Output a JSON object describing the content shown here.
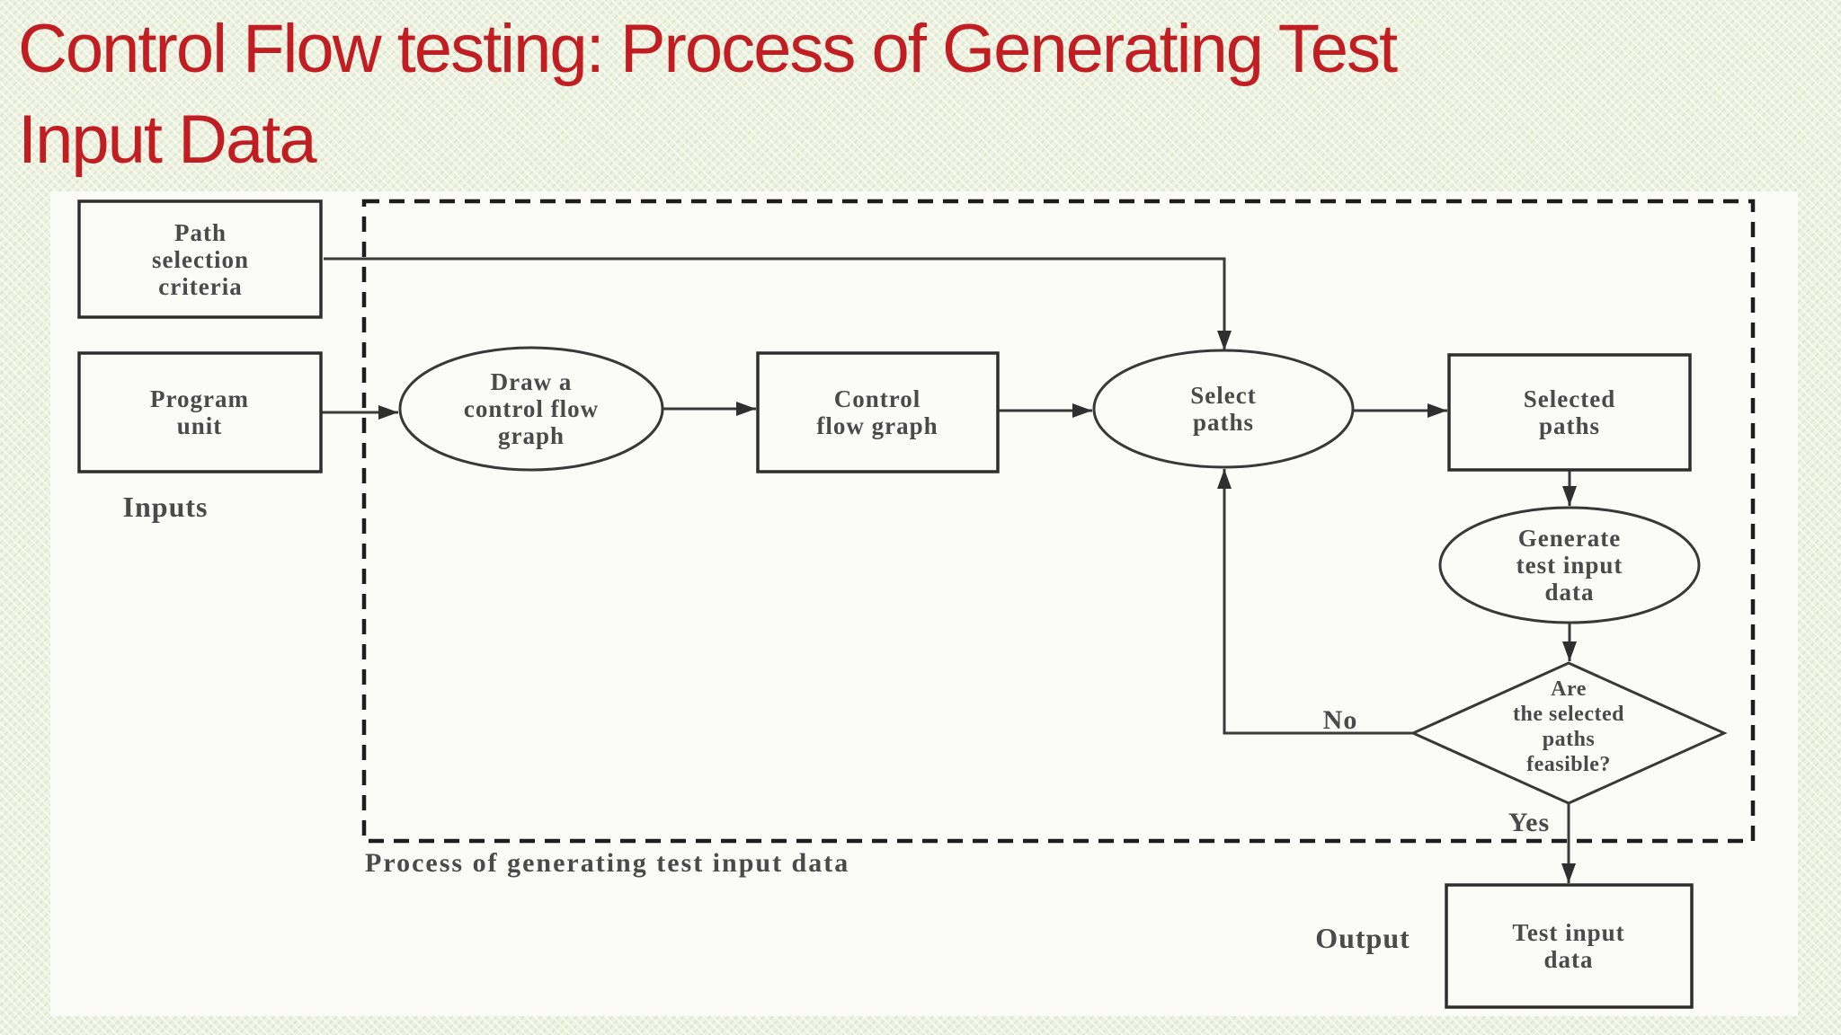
{
  "slide": {
    "title_lines": [
      "Control Flow testing: Process of Generating Test",
      "Input Data"
    ],
    "title_color": "#c01e22",
    "background_color": "#edf2e1"
  },
  "flowchart": {
    "inputs_label": "Inputs",
    "output_label": "Output",
    "no_label": "No",
    "yes_label": "Yes",
    "caption": "Process of generating test input data",
    "nodes": {
      "path_selection_criteria": [
        "Path",
        "selection",
        "criteria"
      ],
      "program_unit": [
        "Program",
        "unit"
      ],
      "draw_control_flow_graph": [
        "Draw a",
        "control flow",
        "graph"
      ],
      "control_flow_graph": [
        "Control",
        "flow graph"
      ],
      "select_paths": [
        "Select",
        "paths"
      ],
      "selected_paths": [
        "Selected",
        "paths"
      ],
      "generate_test_input_data": [
        "Generate",
        "test input",
        "data"
      ],
      "are_paths_feasible": [
        "Are",
        "the selected",
        "paths",
        "feasible?"
      ],
      "test_input_data": [
        "Test input",
        "data"
      ]
    },
    "colors": {
      "ink": "#3a3a3a",
      "text": "#4a4a4a",
      "scan_background": "#fbfbf8"
    }
  }
}
